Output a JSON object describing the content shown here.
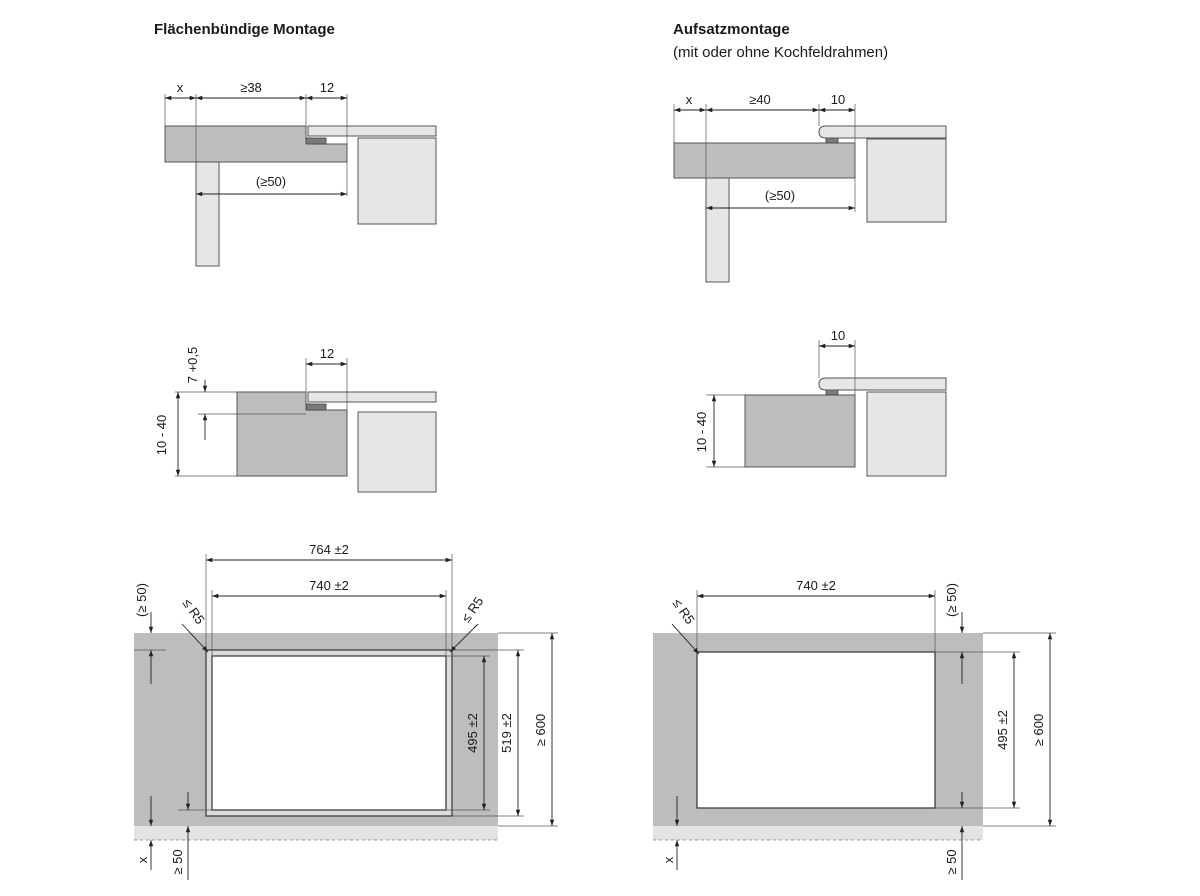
{
  "left": {
    "title": "Flächenbündige Montage",
    "d1": {
      "x": "x",
      "min_width": "≥38",
      "edge": "12",
      "overhang": "(≥50)"
    },
    "d2": {
      "thickness": "7 +0,5",
      "edge": "12",
      "worktop": "10 - 40"
    },
    "d3": {
      "outer_width": "764 ±2",
      "inner_width": "740 ±2",
      "radius_left": "≤ R5",
      "radius_right": "≤ R5",
      "front_margin": "(≥ 50)",
      "inner_depth": "495 ±2",
      "outer_depth": "519 ±2",
      "total_depth": "≥ 600",
      "x": "x",
      "back_margin": "≥ 50"
    }
  },
  "right": {
    "title": "Aufsatzmontage",
    "subtitle": "(mit oder ohne Kochfeldrahmen)",
    "d1": {
      "x": "x",
      "min_width": "≥40",
      "edge": "10",
      "overhang": "(≥50)"
    },
    "d2": {
      "edge": "10",
      "worktop": "10 - 40"
    },
    "d3": {
      "inner_width": "740 ±2",
      "radius_left": "≤ R5",
      "front_margin": "(≥ 50)",
      "inner_depth": "495 ±2",
      "total_depth": "≥ 600",
      "x": "x",
      "back_margin": "≥ 50"
    }
  }
}
